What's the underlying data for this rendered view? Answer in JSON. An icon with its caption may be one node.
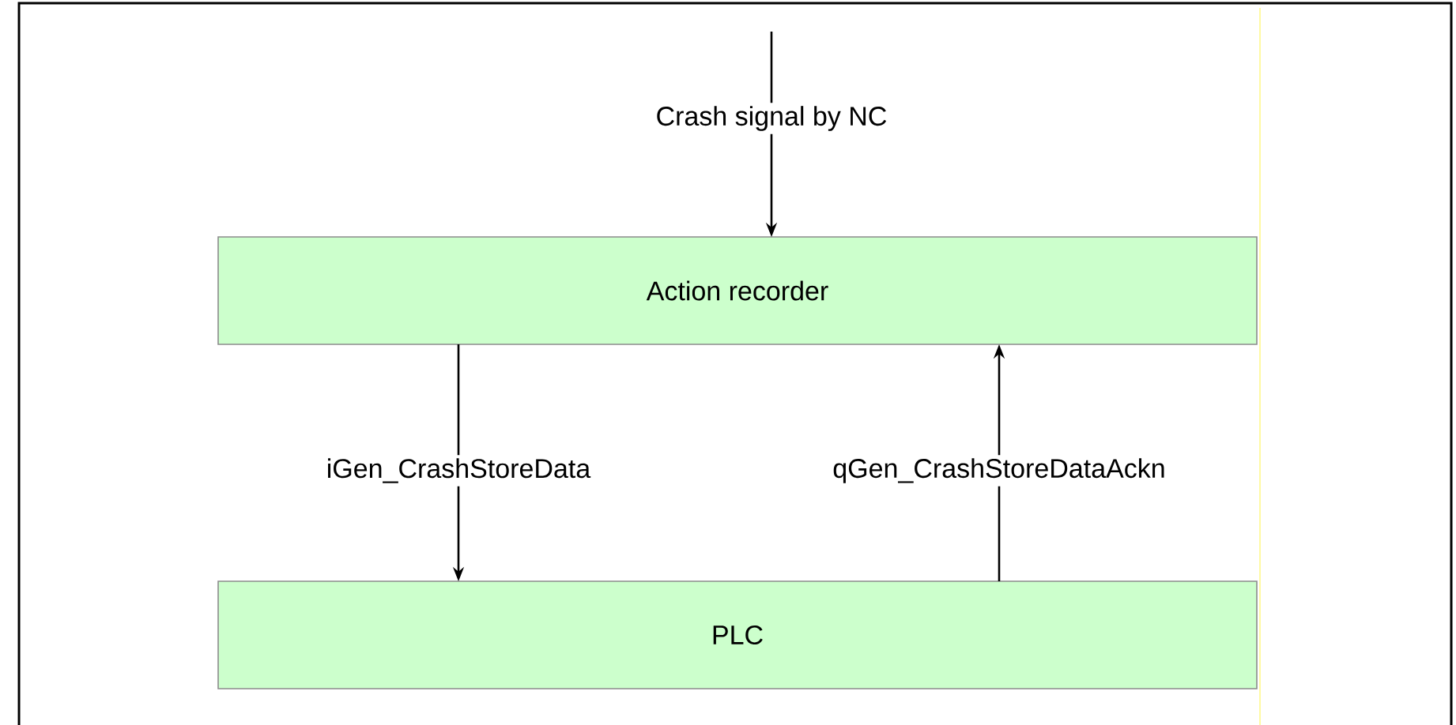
{
  "diagram": {
    "nodes": [
      {
        "text": [
          "Action recorder"
        ]
      },
      {
        "text": [
          "PLC"
        ]
      }
    ],
    "edges": [
      {
        "from": null,
        "to": 0,
        "arrow": "to",
        "label": "Crash signal by NC"
      },
      {
        "from": 0,
        "to": 1,
        "arrow": "to",
        "label": "iGen_CrashStoreData"
      },
      {
        "from": 1,
        "to": 0,
        "arrow": "to",
        "label": "qGen_CrashStoreDataAckn"
      }
    ]
  }
}
